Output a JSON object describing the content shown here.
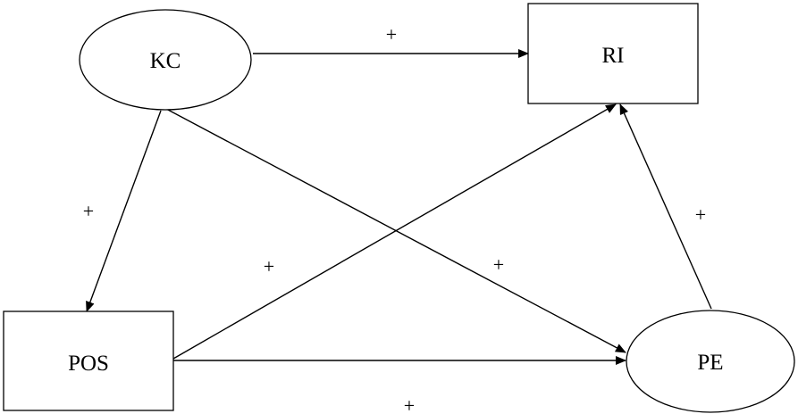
{
  "nodes": {
    "kc": {
      "label": "KC",
      "shape": "ellipse"
    },
    "ri": {
      "label": "RI",
      "shape": "rectangle"
    },
    "pos": {
      "label": "POS",
      "shape": "rectangle"
    },
    "pe": {
      "label": "PE",
      "shape": "ellipse"
    }
  },
  "edges": [
    {
      "from": "KC",
      "to": "RI",
      "sign": "+"
    },
    {
      "from": "KC",
      "to": "POS",
      "sign": "+"
    },
    {
      "from": "KC",
      "to": "PE",
      "sign": "+"
    },
    {
      "from": "POS",
      "to": "RI",
      "sign": "+"
    },
    {
      "from": "POS",
      "to": "PE",
      "sign": "+"
    },
    {
      "from": "PE",
      "to": "RI",
      "sign": "+"
    }
  ],
  "colors": {
    "stroke": "#000000",
    "background": "#ffffff"
  }
}
